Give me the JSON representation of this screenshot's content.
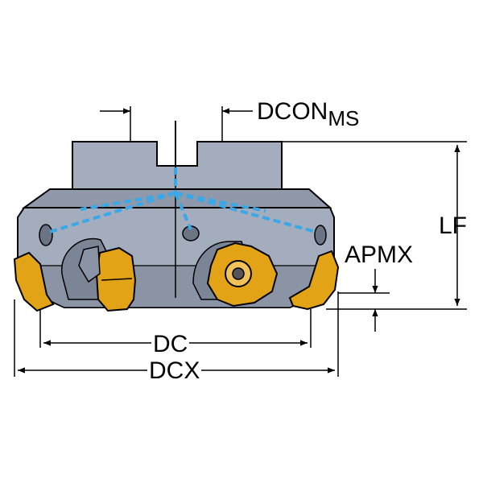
{
  "labels": {
    "dcon": "DCON",
    "dcon_subscript": "MS",
    "lf": "LF",
    "apmx": "APMX",
    "dc": "DC",
    "dcx": "DCX"
  },
  "colors": {
    "body": "#a3adbd",
    "body_dark": "#7f8898",
    "coolant": "#3aa7e6",
    "insert": "#e3a317",
    "insert_dark": "#8a5a05",
    "outline": "#000000"
  }
}
